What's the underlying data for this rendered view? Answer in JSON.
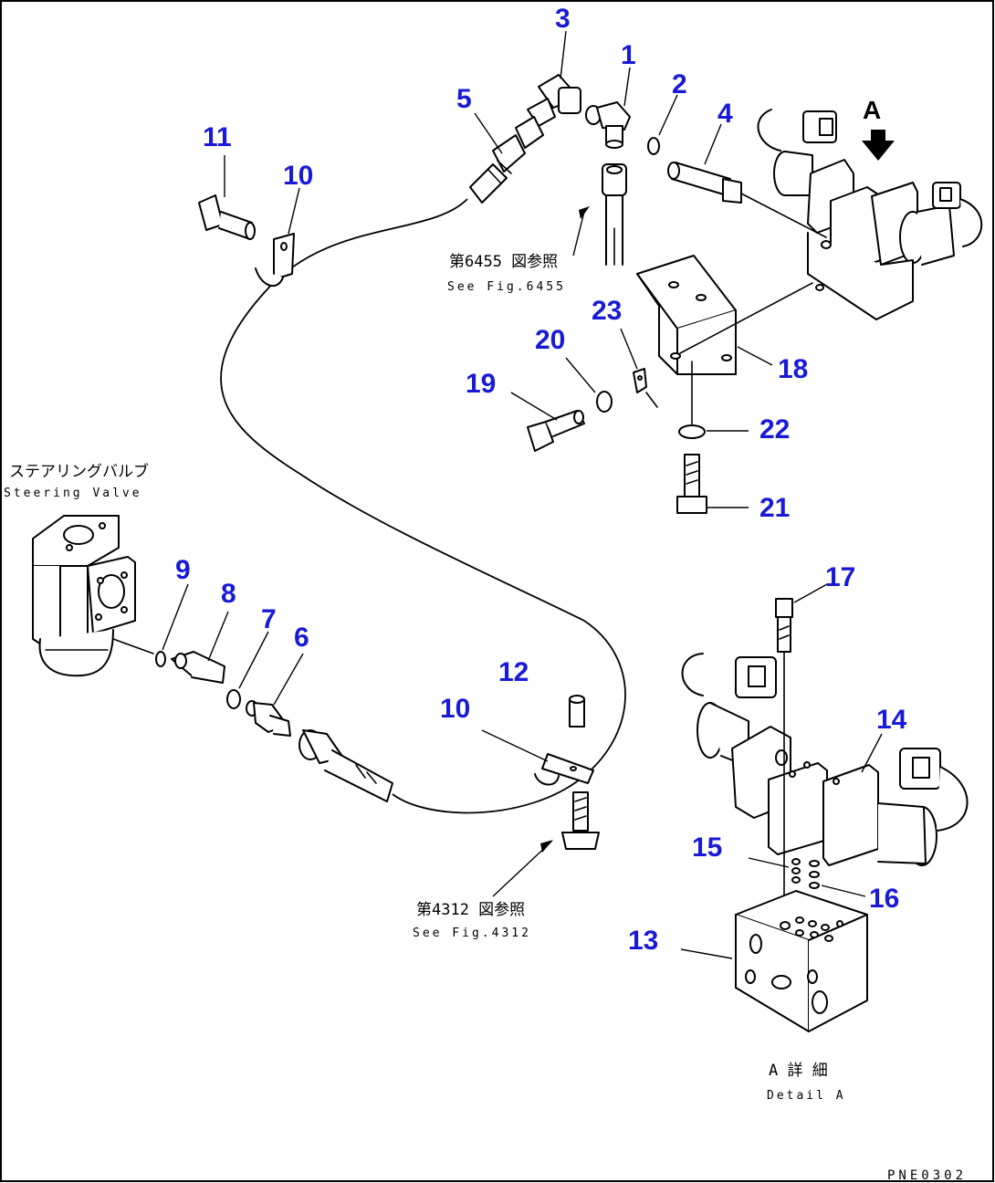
{
  "callouts": [
    "1",
    "2",
    "3",
    "4",
    "5",
    "6",
    "7",
    "8",
    "9",
    "10",
    "10",
    "11",
    "12",
    "13",
    "14",
    "15",
    "16",
    "17",
    "18",
    "19",
    "20",
    "21",
    "22",
    "23"
  ],
  "view_label": "A",
  "references": {
    "fig6455_jp": "第6455 図参照",
    "fig6455_en": "See Fig.6455",
    "fig4312_jp": "第4312 図参照",
    "fig4312_en": "See Fig.4312"
  },
  "steering_valve": {
    "jp": "ステアリングバルブ",
    "en": "Steering Valve"
  },
  "detail": {
    "jp": "A 詳 細",
    "en": "Detail A"
  },
  "drawing_code": "PNE0302",
  "colors": {
    "callout": "#1a1ad6",
    "line": "#000000",
    "background": "#ffffff"
  }
}
